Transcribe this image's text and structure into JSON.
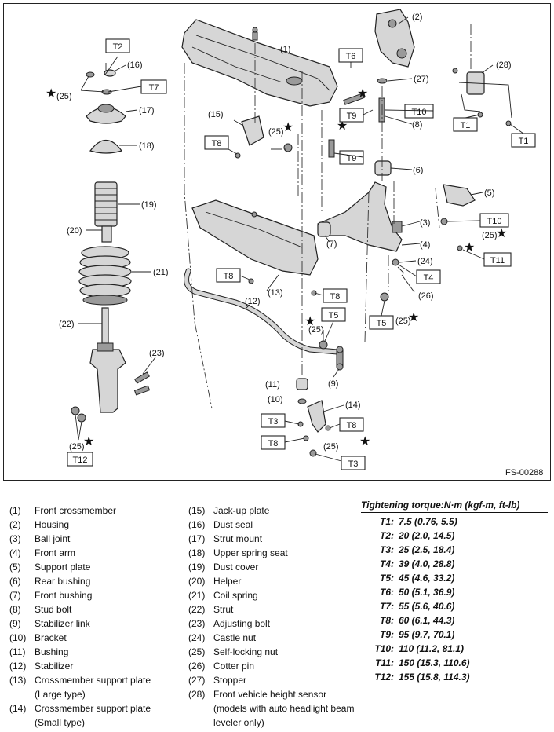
{
  "figure_id": "FS-00288",
  "callouts": {
    "c1": "(1)",
    "c2": "(2)",
    "c3": "(3)",
    "c4": "(4)",
    "c5": "(5)",
    "c6": "(6)",
    "c7": "(7)",
    "c8": "(8)",
    "c9": "(9)",
    "c10": "(10)",
    "c11": "(11)",
    "c12": "(12)",
    "c13": "(13)",
    "c14": "(14)",
    "c15": "(15)",
    "c16": "(16)",
    "c17": "(17)",
    "c18": "(18)",
    "c19": "(19)",
    "c20": "(20)",
    "c21": "(21)",
    "c22": "(22)",
    "c23": "(23)",
    "c24": "(24)",
    "c25": "(25)",
    "c26": "(26)",
    "c27": "(27)",
    "c28": "(28)"
  },
  "torque_tags": {
    "t1": "T1",
    "t2": "T2",
    "t3": "T3",
    "t4": "T4",
    "t5": "T5",
    "t6": "T6",
    "t7": "T7",
    "t8": "T8",
    "t9": "T9",
    "t10": "T10",
    "t11": "T11",
    "t12": "T12"
  },
  "star": "★",
  "legend_left": [
    {
      "num": "(1)",
      "text": "Front crossmember"
    },
    {
      "num": "(2)",
      "text": "Housing"
    },
    {
      "num": "(3)",
      "text": "Ball joint"
    },
    {
      "num": "(4)",
      "text": "Front arm"
    },
    {
      "num": "(5)",
      "text": "Support plate"
    },
    {
      "num": "(6)",
      "text": "Rear bushing"
    },
    {
      "num": "(7)",
      "text": "Front bushing"
    },
    {
      "num": "(8)",
      "text": "Stud bolt"
    },
    {
      "num": "(9)",
      "text": "Stabilizer link"
    },
    {
      "num": "(10)",
      "text": "Bracket"
    },
    {
      "num": "(11)",
      "text": "Bushing"
    },
    {
      "num": "(12)",
      "text": "Stabilizer"
    },
    {
      "num": "(13)",
      "text": "Crossmember support plate\n(Large type)"
    },
    {
      "num": "(14)",
      "text": "Crossmember support plate\n(Small type)"
    }
  ],
  "legend_mid": [
    {
      "num": "(15)",
      "text": "Jack-up plate"
    },
    {
      "num": "(16)",
      "text": "Dust seal"
    },
    {
      "num": "(17)",
      "text": "Strut mount"
    },
    {
      "num": "(18)",
      "text": "Upper spring seat"
    },
    {
      "num": "(19)",
      "text": "Dust cover"
    },
    {
      "num": "(20)",
      "text": "Helper"
    },
    {
      "num": "(21)",
      "text": "Coil spring"
    },
    {
      "num": "(22)",
      "text": "Strut"
    },
    {
      "num": "(23)",
      "text": "Adjusting bolt"
    },
    {
      "num": "(24)",
      "text": "Castle nut"
    },
    {
      "num": "(25)",
      "text": "Self-locking nut"
    },
    {
      "num": "(26)",
      "text": "Cotter pin"
    },
    {
      "num": "(27)",
      "text": "Stopper"
    },
    {
      "num": "(28)",
      "text": "Front vehicle height sensor\n(models with auto headlight beam\nleveler only)"
    }
  ],
  "torque": {
    "heading": "Tightening torque:N·m (kgf-m, ft-lb)",
    "rows": [
      {
        "key": "T1:",
        "value": "7.5 (0.76, 5.5)"
      },
      {
        "key": "T2:",
        "value": "20 (2.0, 14.5)"
      },
      {
        "key": "T3:",
        "value": "25 (2.5, 18.4)"
      },
      {
        "key": "T4:",
        "value": "39 (4.0, 28.8)"
      },
      {
        "key": "T5:",
        "value": "45 (4.6, 33.2)"
      },
      {
        "key": "T6:",
        "value": "50 (5.1, 36.9)"
      },
      {
        "key": "T7:",
        "value": "55 (5.6, 40.6)"
      },
      {
        "key": "T8:",
        "value": "60 (6.1, 44.3)"
      },
      {
        "key": "T9:",
        "value": "95 (9.7, 70.1)"
      },
      {
        "key": "T10:",
        "value": "110 (11.2, 81.1)"
      },
      {
        "key": "T11:",
        "value": "150 (15.3, 110.6)"
      },
      {
        "key": "T12:",
        "value": "155 (15.8, 114.3)"
      }
    ]
  }
}
